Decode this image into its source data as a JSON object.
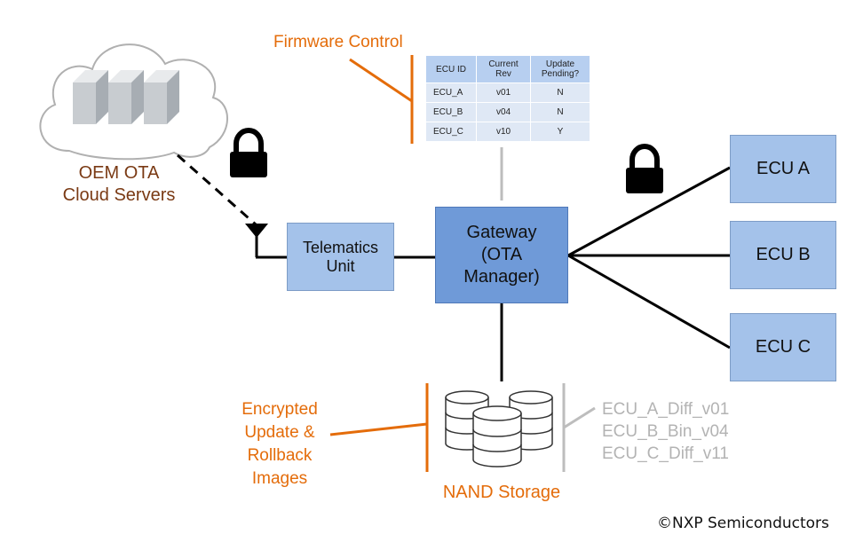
{
  "nodes": {
    "cloud_label": "OEM OTA\nCloud Servers",
    "telematics": "Telematics\nUnit",
    "gateway": "Gateway\n(OTA\nManager)",
    "ecu_a": "ECU A",
    "ecu_b": "ECU B",
    "ecu_c": "ECU C",
    "nand_label": "NAND Storage"
  },
  "annotations": {
    "firmware_control": "Firmware Control",
    "encrypted_images": "Encrypted\nUpdate &\nRollback\nImages"
  },
  "firmware_table": {
    "headers": [
      "ECU ID",
      "Current\nRev",
      "Update\nPending?"
    ],
    "rows": [
      [
        "ECU_A",
        "v01",
        "N"
      ],
      [
        "ECU_B",
        "v04",
        "N"
      ],
      [
        "ECU_C",
        "v10",
        "Y"
      ]
    ]
  },
  "storage_files": [
    "ECU_A_Diff_v01",
    "ECU_B_Bin_v04",
    "ECU_C_Diff_v11"
  ],
  "copyright": "©NXP Semiconductors",
  "colors": {
    "box_light": "#a4c2ea",
    "box_dark": "#6f9ad8",
    "annotation_orange": "#e46c0a",
    "label_brown": "#7a3a14",
    "file_gray": "#b3b3b3"
  }
}
